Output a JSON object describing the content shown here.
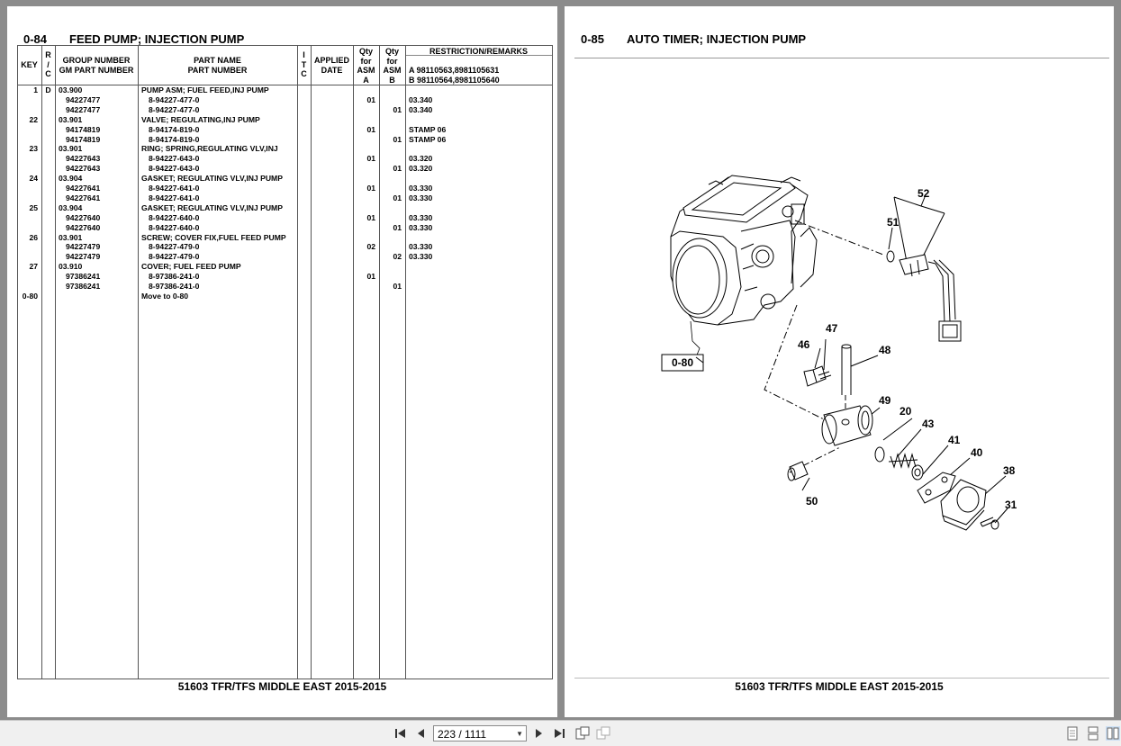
{
  "left_page": {
    "number": "0-84",
    "title": "FEED PUMP; INJECTION PUMP",
    "footer": "51603 TFR/TFS MIDDLE EAST 2015-2015",
    "headers": {
      "key": "KEY",
      "rc": [
        "R",
        "/",
        "C"
      ],
      "group": [
        "GROUP NUMBER",
        "GM PART NUMBER"
      ],
      "part": [
        "PART NAME",
        "PART NUMBER"
      ],
      "itc": [
        "I",
        "T",
        "C"
      ],
      "applied": [
        "APPLIED",
        "DATE"
      ],
      "qty_a": [
        "Qty",
        "for",
        "ASM",
        "A"
      ],
      "qty_b": [
        "Qty",
        "for",
        "ASM",
        "B"
      ],
      "remarks": "RESTRICTION/REMARKS",
      "remarks_a": "A 98110563,8981105631",
      "remarks_b": "B 98110564,8981105640"
    },
    "rows": [
      {
        "key": "1",
        "rc": "D",
        "group": "03.900",
        "part": "PUMP ASM; FUEL FEED,INJ PUMP",
        "qa": "",
        "qb": "",
        "rem": ""
      },
      {
        "key": "",
        "rc": "",
        "group": "94227477",
        "part": "8-94227-477-0",
        "qa": "01",
        "qb": "",
        "rem": "03.340"
      },
      {
        "key": "",
        "rc": "",
        "group": "94227477",
        "part": "8-94227-477-0",
        "qa": "",
        "qb": "01",
        "rem": "03.340"
      },
      {
        "key": "22",
        "rc": "",
        "group": "03.901",
        "part": "VALVE; REGULATING,INJ PUMP",
        "qa": "",
        "qb": "",
        "rem": ""
      },
      {
        "key": "",
        "rc": "",
        "group": "94174819",
        "part": "8-94174-819-0",
        "qa": "01",
        "qb": "",
        "rem": "STAMP 06"
      },
      {
        "key": "",
        "rc": "",
        "group": "94174819",
        "part": "8-94174-819-0",
        "qa": "",
        "qb": "01",
        "rem": "STAMP 06"
      },
      {
        "key": "23",
        "rc": "",
        "group": "03.901",
        "part": "RING; SPRING,REGULATING VLV,INJ",
        "qa": "",
        "qb": "",
        "rem": ""
      },
      {
        "key": "",
        "rc": "",
        "group": "94227643",
        "part": "8-94227-643-0",
        "qa": "01",
        "qb": "",
        "rem": "03.320"
      },
      {
        "key": "",
        "rc": "",
        "group": "94227643",
        "part": "8-94227-643-0",
        "qa": "",
        "qb": "01",
        "rem": "03.320"
      },
      {
        "key": "24",
        "rc": "",
        "group": "03.904",
        "part": "GASKET; REGULATING VLV,INJ PUMP",
        "qa": "",
        "qb": "",
        "rem": ""
      },
      {
        "key": "",
        "rc": "",
        "group": "94227641",
        "part": "8-94227-641-0",
        "qa": "01",
        "qb": "",
        "rem": "03.330"
      },
      {
        "key": "",
        "rc": "",
        "group": "94227641",
        "part": "8-94227-641-0",
        "qa": "",
        "qb": "01",
        "rem": "03.330"
      },
      {
        "key": "25",
        "rc": "",
        "group": "03.904",
        "part": "GASKET; REGULATING VLV,INJ PUMP",
        "qa": "",
        "qb": "",
        "rem": ""
      },
      {
        "key": "",
        "rc": "",
        "group": "94227640",
        "part": "8-94227-640-0",
        "qa": "01",
        "qb": "",
        "rem": "03.330"
      },
      {
        "key": "",
        "rc": "",
        "group": "94227640",
        "part": "8-94227-640-0",
        "qa": "",
        "qb": "01",
        "rem": "03.330"
      },
      {
        "key": "26",
        "rc": "",
        "group": "03.901",
        "part": "SCREW; COVER FIX,FUEL FEED PUMP",
        "qa": "",
        "qb": "",
        "rem": ""
      },
      {
        "key": "",
        "rc": "",
        "group": "94227479",
        "part": "8-94227-479-0",
        "qa": "02",
        "qb": "",
        "rem": "03.330"
      },
      {
        "key": "",
        "rc": "",
        "group": "94227479",
        "part": "8-94227-479-0",
        "qa": "",
        "qb": "02",
        "rem": "03.330"
      },
      {
        "key": "27",
        "rc": "",
        "group": "03.910",
        "part": "COVER; FUEL FEED PUMP",
        "qa": "",
        "qb": "",
        "rem": ""
      },
      {
        "key": "",
        "rc": "",
        "group": "97386241",
        "part": "8-97386-241-0",
        "qa": "01",
        "qb": "",
        "rem": ""
      },
      {
        "key": "",
        "rc": "",
        "group": "97386241",
        "part": "8-97386-241-0",
        "qa": "",
        "qb": "01",
        "rem": ""
      },
      {
        "key": "0-80",
        "rc": "",
        "group": "",
        "part": "Move to 0-80",
        "qa": "",
        "qb": "",
        "rem": ""
      }
    ]
  },
  "right_page": {
    "number": "0-85",
    "title": "AUTO TIMER; INJECTION PUMP",
    "footer": "51603 TFR/TFS MIDDLE EAST 2015-2015",
    "callouts": [
      "52",
      "51",
      "0-80",
      "47",
      "46",
      "48",
      "49",
      "20",
      "43",
      "41",
      "40",
      "38",
      "50",
      "31"
    ]
  },
  "toolbar": {
    "page_indicator": "223 / 1111",
    "icons": [
      "first-page-icon",
      "prev-page-icon",
      "next-page-icon",
      "last-page-icon",
      "fit-page-icon",
      "fit-width-icon",
      "single-page-icon",
      "continuous-page-icon",
      "two-page-icon"
    ]
  }
}
